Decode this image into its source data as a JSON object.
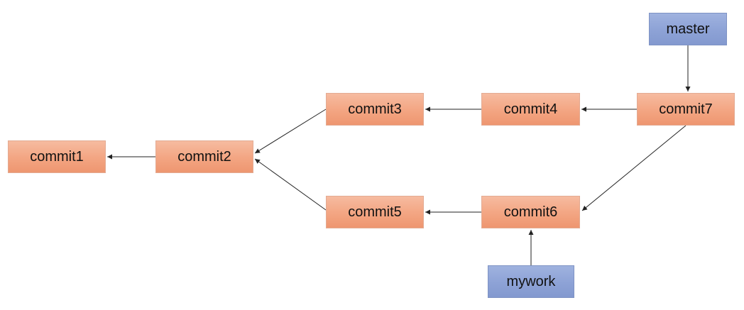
{
  "nodes": {
    "commit1": "commit1",
    "commit2": "commit2",
    "commit3": "commit3",
    "commit4": "commit4",
    "commit5": "commit5",
    "commit6": "commit6",
    "commit7": "commit7",
    "master": "master",
    "mywork": "mywork"
  },
  "colors": {
    "commit_fill": "#f3a582",
    "branch_fill": "#8da2d6",
    "edge": "#222222"
  },
  "edges": [
    {
      "from": "commit2",
      "to": "commit1"
    },
    {
      "from": "commit3",
      "to": "commit2"
    },
    {
      "from": "commit5",
      "to": "commit2"
    },
    {
      "from": "commit4",
      "to": "commit3"
    },
    {
      "from": "commit7",
      "to": "commit4"
    },
    {
      "from": "commit6",
      "to": "commit5"
    },
    {
      "from": "commit7",
      "to": "commit6"
    },
    {
      "from": "master",
      "to": "commit7"
    },
    {
      "from": "mywork",
      "to": "commit6"
    }
  ]
}
